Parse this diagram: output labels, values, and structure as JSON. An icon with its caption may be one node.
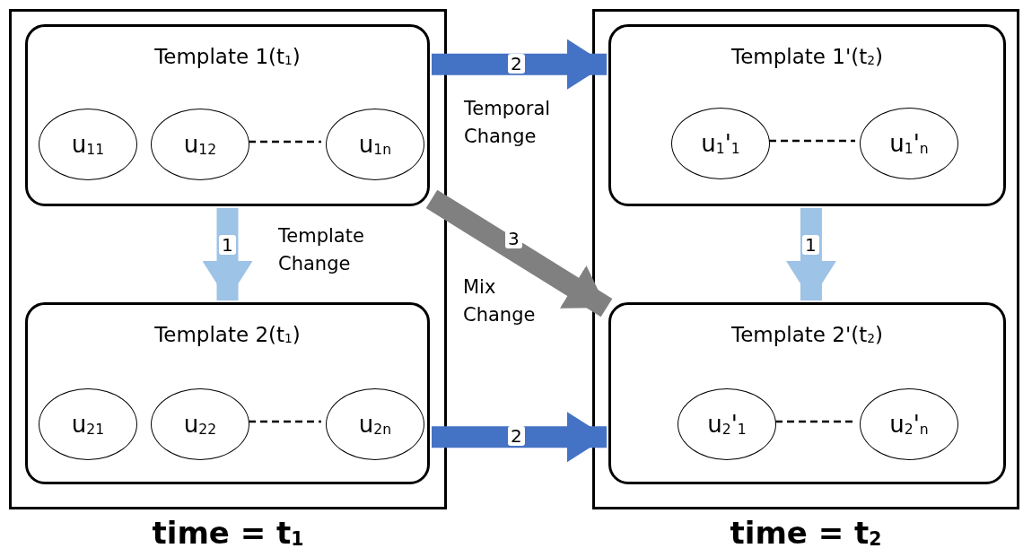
{
  "diagram": {
    "nodes": [
      {
        "text": [
          "time = t$_{1}$"
        ]
      },
      {
        "text": [
          "Template 1(t$_{1}$)"
        ],
        "in": 0
      },
      {
        "text": [
          "u$_{11}$"
        ],
        "in": 1
      },
      {
        "text": [
          "u$_{12}$"
        ],
        "in": 1
      },
      {
        "text": [
          "u$_{1n}$"
        ],
        "in": 1
      },
      {
        "text": [
          "Template 2(t$_{1}$)"
        ],
        "in": 0
      },
      {
        "text": [
          "u$_{21}$"
        ],
        "in": 5
      },
      {
        "text": [
          "u$_{22}$"
        ],
        "in": 5
      },
      {
        "text": [
          "u$_{2n}$"
        ],
        "in": 5
      },
      {
        "text": [
          "time = t$_{2}$"
        ]
      },
      {
        "text": [
          "Template 1'(t$_{2}$)"
        ],
        "in": 9
      },
      {
        "text": [
          "u$_{1}$'$_{1}$"
        ],
        "in": 10
      },
      {
        "text": [
          "u$_{1}$'$_{n}$"
        ],
        "in": 10
      },
      {
        "text": [
          "Template 2'(t$_{2}$)"
        ],
        "in": 9
      },
      {
        "text": [
          "u$_{2}$'$_{1}$"
        ],
        "in": 13
      },
      {
        "text": [
          "u$_{2}$'$_{n}$"
        ],
        "in": 13
      }
    ],
    "edges": [
      {
        "from": 3,
        "to": 4,
        "arrow": "none",
        "style": "dashed"
      },
      {
        "from": 7,
        "to": 8,
        "arrow": "none",
        "style": "dashed"
      },
      {
        "from": 11,
        "to": 12,
        "arrow": "none",
        "style": "dashed"
      },
      {
        "from": 14,
        "to": 15,
        "arrow": "none",
        "style": "dashed"
      },
      {
        "from": 1,
        "to": 5,
        "arrow": "to",
        "label": "1",
        "color": "#9dc3e6"
      },
      {
        "from": 1,
        "to": 10,
        "arrow": "to",
        "label": "2",
        "color": "#4472c4"
      },
      {
        "from": 1,
        "to": 13,
        "arrow": "to",
        "label": "3",
        "color": "#808080"
      },
      {
        "from": 10,
        "to": 13,
        "arrow": "to",
        "label": "1",
        "color": "#9dc3e6"
      },
      {
        "from": 5,
        "to": 13,
        "arrow": "to",
        "label": "2",
        "color": "#4472c4"
      }
    ],
    "labels": [
      "Temporal Change",
      "Template Change",
      "Mix Change"
    ]
  }
}
